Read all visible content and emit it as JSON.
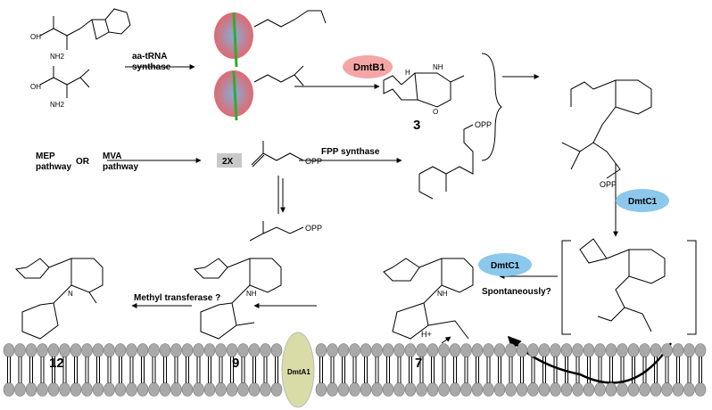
{
  "labels": {
    "aa_trna_1": "aa-tRNA",
    "aa_trna_2": "synthase",
    "dmtb1": "DmtB1",
    "cmpd3": "3",
    "mep_1": "MEP",
    "mep_2": "pathway",
    "or": "OR",
    "mva_1": "MVA",
    "mva_2": "pathway",
    "twox": "2X",
    "opp": "OPP",
    "fpp_synthase": "FPP synthase",
    "dmtc1_a": "DmtC1",
    "dmtc1_b": "DmtC1",
    "spontaneously": "Spontaneously?",
    "methyl_transferase": "Methyl transferase ?",
    "cmpd12": "12",
    "cmpd9": "9",
    "cmpd7": "7",
    "dmta1": "DmtA1",
    "hplus": "H+",
    "nh2": "NH2",
    "oh": "OH",
    "o": "O",
    "nh": "NH",
    "n": "N",
    "h": "H"
  },
  "colors": {
    "dmtb1": "#f4a6a6",
    "dmtc1": "#8cc8ec",
    "dmta1": "#d9dca6",
    "membrane": "#a9a9a9",
    "twox_box": "#c8c8c8"
  }
}
